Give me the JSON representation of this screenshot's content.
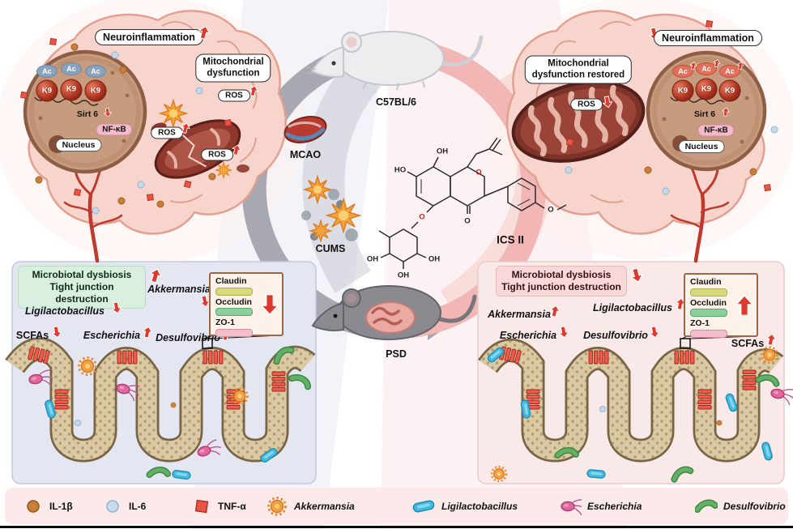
{
  "left_brain": {
    "neuroinflammation": "Neuroinflammation",
    "mito_line1": "Mitochondrial",
    "mito_line2": "dysfunction",
    "ros1": "ROS",
    "ros2": "ROS",
    "ros3": "ROS",
    "ac": "Ac",
    "k9": "K9",
    "sirt6": "Sirt 6",
    "nfkb": "NF-κB",
    "nucleus": "Nucleus"
  },
  "right_brain": {
    "neuroinflammation": "Neuroinflammation",
    "mito_line1": "Mitochondrial",
    "mito_line2": "dysfunction restored",
    "ros": "ROS",
    "ac": "Ac",
    "k9": "K9",
    "sirt6": "Sirt 6",
    "nfkb": "NF-κB",
    "nucleus": "Nucleus"
  },
  "center": {
    "top_mouse": "C57BL/6",
    "mcao": "MCAO",
    "cums": "CUMS",
    "compound": "ICS II",
    "bottom_mouse": "PSD",
    "chem": {
      "oh_top": "OH",
      "ho_left": "HO",
      "o_ring": "O",
      "o_keto": "O",
      "o_glyco": "O",
      "o_methoxy": "O",
      "oh_s1": "OH",
      "oh_s2": "OH",
      "oh_s3": "OH"
    }
  },
  "left_gut": {
    "box_line1": "Microbiotal dysbiosis",
    "box_line2": "Tight junction destruction",
    "akkermansia": "Akkermansia",
    "ligilactobacillus": "Ligilactobacillus",
    "scfas": "SCFAs",
    "escherichia": "Escherichia",
    "desulfovibrio": "Desulfovibrio",
    "inset": {
      "claudin": "Claudin",
      "occludin": "Occludin",
      "zo1": "ZO-1"
    }
  },
  "right_gut": {
    "box_line1": "Microbiotal dysbiosis",
    "box_line2": "Tight junction destruction",
    "akkermansia": "Akkermansia",
    "ligilactobacillus": "Ligilactobacillus",
    "scfas": "SCFAs",
    "escherichia": "Escherichia",
    "desulfovibrio": "Desulfovibrio",
    "inset": {
      "claudin": "Claudin",
      "occludin": "Occludin",
      "zo1": "ZO-1"
    }
  },
  "legend": {
    "items": [
      {
        "label": "IL-1β"
      },
      {
        "label": "IL-6"
      },
      {
        "label": "TNF-α"
      },
      {
        "label": "Akkermansia"
      },
      {
        "label": "Ligilactobacillus"
      },
      {
        "label": "Escherichia"
      },
      {
        "label": "Desulfovibrio"
      }
    ]
  },
  "colors": {
    "arrow_red": "#e0392b",
    "il1b": "#c87f3a",
    "il6": "#c9dcee",
    "tnfa": "#e85548",
    "akkermansia": "#f2a044",
    "ligilactobacillus": "#45bade",
    "escherichia": "#e2679e",
    "desulfovibrio": "#63b066",
    "claudin_bar": "#d9d97c",
    "occludin_bar": "#8ccf9c",
    "zo1_bar": "#f3bdca"
  }
}
